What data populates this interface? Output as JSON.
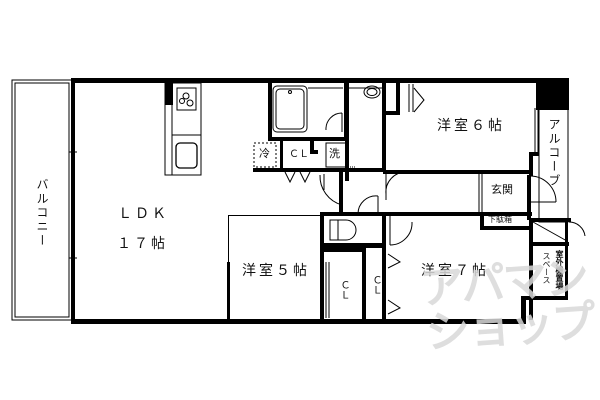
{
  "floorplan": {
    "rooms": {
      "balcony": {
        "label": "バルコニー"
      },
      "ldk": {
        "label": "ＬＤＫ",
        "size": "１７帖"
      },
      "western_room_6": {
        "label": "洋室６帖"
      },
      "western_room_5": {
        "label": "洋室５帖"
      },
      "western_room_7": {
        "label": "洋室７帖"
      },
      "alcove": {
        "label": "アルコーブ"
      },
      "entrance": {
        "label": "玄関"
      },
      "shoe_box": {
        "label": "下駄箱"
      },
      "outdoor_unit_space": {
        "label": "室外機置場",
        "sublabel": "スペース"
      }
    },
    "fixtures": {
      "refrigerator": {
        "label": "冷"
      },
      "washer": {
        "label": "洗"
      },
      "closet_1": {
        "label": "ＣＬ"
      },
      "closet_2": {
        "label": "ＣＬ"
      },
      "closet_3": {
        "label": "ＣＬ"
      }
    },
    "watermark": {
      "line1": "アパマン",
      "line2": "ショップ"
    },
    "colors": {
      "wall": "#000000",
      "background": "#ffffff",
      "watermark": "#d9d9d9"
    }
  }
}
